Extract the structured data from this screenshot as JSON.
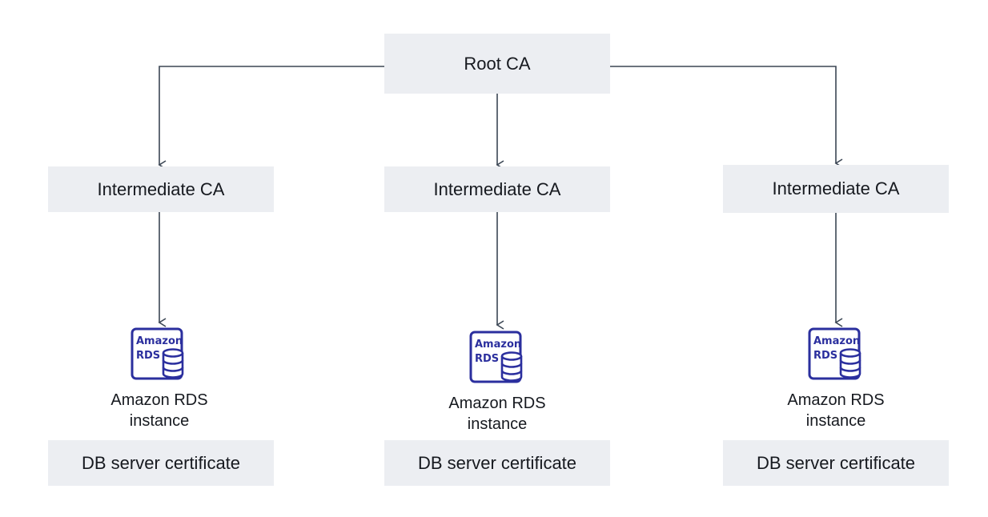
{
  "root": {
    "label": "Root CA"
  },
  "intermediates": [
    {
      "label": "Intermediate CA"
    },
    {
      "label": "Intermediate CA"
    },
    {
      "label": "Intermediate CA"
    }
  ],
  "instances": [
    {
      "icon_text_line1": "Amazon",
      "icon_text_line2": "RDS",
      "label_line1": "Amazon RDS",
      "label_line2": "instance",
      "icon": "amazon-rds-icon"
    },
    {
      "icon_text_line1": "Amazon",
      "icon_text_line2": "RDS",
      "label_line1": "Amazon RDS",
      "label_line2": "instance",
      "icon": "amazon-rds-icon"
    },
    {
      "icon_text_line1": "Amazon",
      "icon_text_line2": "RDS",
      "label_line1": "Amazon RDS",
      "label_line2": "instance",
      "icon": "amazon-rds-icon"
    }
  ],
  "certificates": [
    {
      "label": "DB server certificate"
    },
    {
      "label": "DB server certificate"
    },
    {
      "label": "DB server certificate"
    }
  ],
  "colors": {
    "box_fill": "#eceef2",
    "connector": "#3b4654",
    "icon": "#2b2f9e"
  }
}
